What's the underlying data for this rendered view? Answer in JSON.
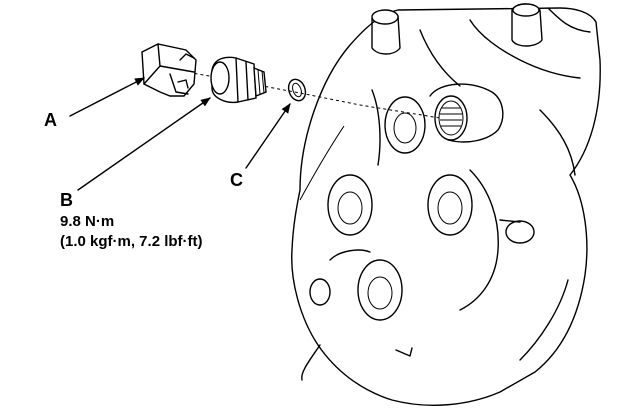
{
  "callouts": {
    "a": {
      "letter": "A"
    },
    "b": {
      "letter": "B",
      "spec_line1": "9.8 N·m",
      "spec_line2": "(1.0 kgf·m, 7.2 lbf·ft)"
    },
    "c": {
      "letter": "C"
    }
  },
  "colors": {
    "ink": "#000000",
    "paper": "#ffffff"
  }
}
